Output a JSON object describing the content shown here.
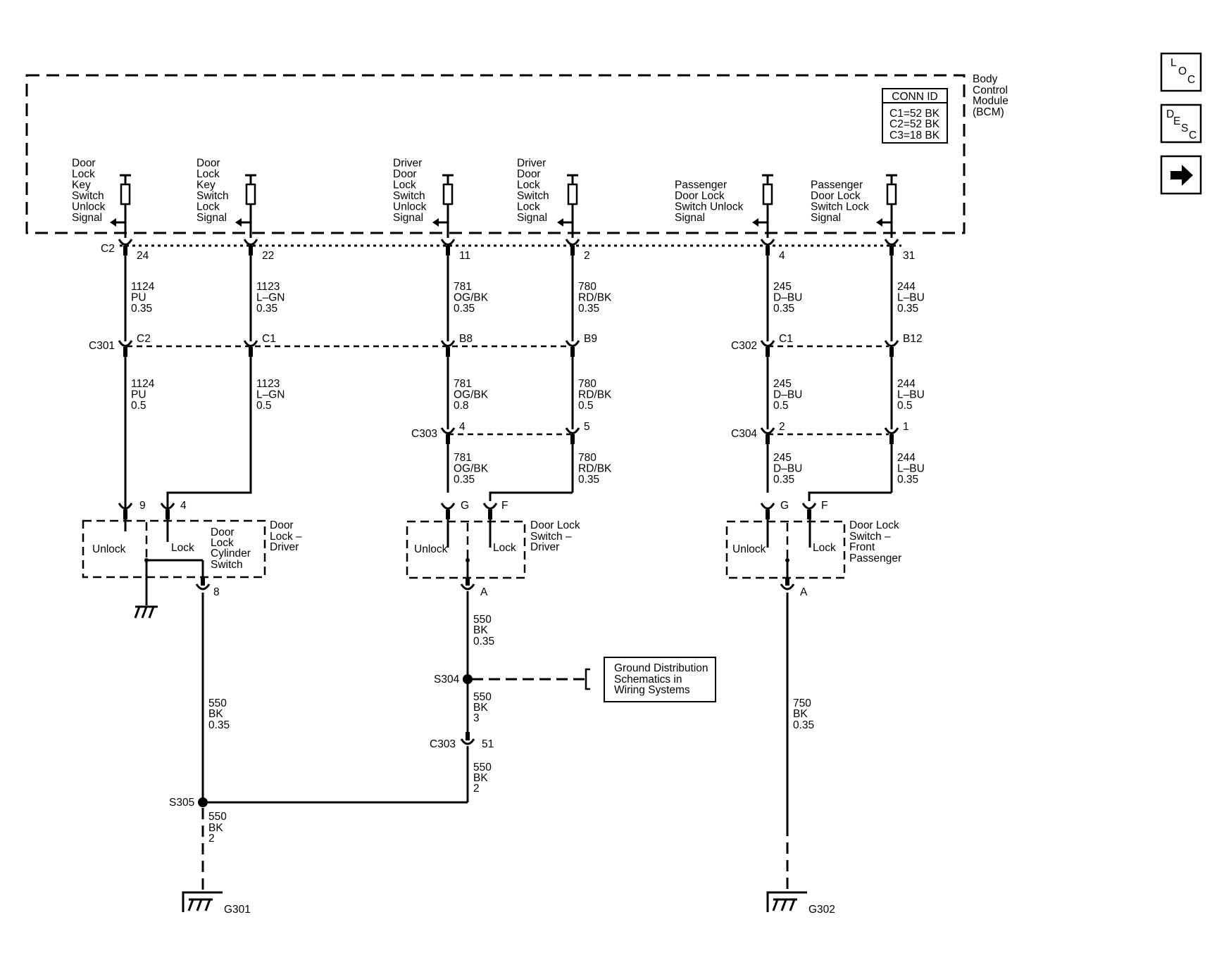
{
  "bcm": {
    "title": [
      "Body",
      "Control",
      "Module",
      "(BCM)"
    ],
    "conn_id": {
      "header": "CONN ID",
      "lines": [
        "C1=52 BK",
        "C2=52 BK",
        "C3=18 BK"
      ]
    },
    "connector": "C2"
  },
  "signals": [
    {
      "label": [
        "Door",
        "Lock",
        "Key",
        "Switch",
        "Unlock",
        "Signal"
      ],
      "pin": "24",
      "wire1": [
        "1124",
        "PU",
        "0.35"
      ],
      "inline_conn": "C301",
      "inline_pin": "C2",
      "wire2": [
        "1124",
        "PU",
        "0.5"
      ]
    },
    {
      "label": [
        "Door",
        "Lock",
        "Key",
        "Switch",
        "Lock",
        "Signal"
      ],
      "pin": "22",
      "wire1": [
        "1123",
        "L–GN",
        "0.35"
      ],
      "inline_pin": "C1",
      "wire2": [
        "1123",
        "L–GN",
        "0.5"
      ]
    },
    {
      "label": [
        "Driver",
        "Door",
        "Lock",
        "Switch",
        "Unlock",
        "Signal"
      ],
      "pin": "11",
      "wire1": [
        "781",
        "OG/BK",
        "0.35"
      ],
      "inline_pin": "B8",
      "wire2": [
        "781",
        "OG/BK",
        "0.8"
      ],
      "c2_conn": "C303",
      "c2_pin": "4",
      "wire3": [
        "781",
        "OG/BK",
        "0.35"
      ]
    },
    {
      "label": [
        "Driver",
        "Door",
        "Lock",
        "Switch",
        "Lock",
        "Signal"
      ],
      "pin": "2",
      "wire1": [
        "780",
        "RD/BK",
        "0.35"
      ],
      "inline_pin": "B9",
      "wire2": [
        "780",
        "RD/BK",
        "0.5"
      ],
      "c2_pin": "5",
      "wire3": [
        "780",
        "RD/BK",
        "0.35"
      ]
    },
    {
      "label": [
        "Passenger",
        "Door Lock",
        "Switch Unlock",
        "Signal"
      ],
      "pin": "4",
      "wire1": [
        "245",
        "D–BU",
        "0.35"
      ],
      "inline_conn": "C302",
      "inline_pin": "C1",
      "wire2": [
        "245",
        "D–BU",
        "0.5"
      ],
      "c2_conn": "C304",
      "c2_pin": "2",
      "wire3": [
        "245",
        "D–BU",
        "0.35"
      ]
    },
    {
      "label": [
        "Passenger",
        "Door Lock",
        "Switch Lock",
        "Signal"
      ],
      "pin": "31",
      "wire1": [
        "244",
        "L–BU",
        "0.35"
      ],
      "inline_pin": "B12",
      "wire2": [
        "244",
        "L–BU",
        "0.5"
      ],
      "c2_pin": "1",
      "wire3": [
        "244",
        "L–BU",
        "0.35"
      ]
    }
  ],
  "components": {
    "cylinder": {
      "name": [
        "Door",
        "Lock –",
        "Driver"
      ],
      "inner": [
        "Door",
        "Lock",
        "Cylinder",
        "Switch"
      ],
      "unlock": "Unlock",
      "lock": "Lock",
      "pin_unlock": "9",
      "pin_lock": "4",
      "pin_out": "8"
    },
    "driver_switch": {
      "name": [
        "Door Lock",
        "Switch –",
        "Driver"
      ],
      "unlock": "Unlock",
      "lock": "Lock",
      "pin_unlock": "G",
      "pin_lock": "F",
      "pin_out": "A"
    },
    "pass_switch": {
      "name": [
        "Door Lock",
        "Switch –",
        "Front",
        "Passenger"
      ],
      "unlock": "Unlock",
      "lock": "Lock",
      "pin_unlock": "G",
      "pin_lock": "F",
      "pin_out": "A"
    }
  },
  "grounds": {
    "driver_out_wire": [
      "550",
      "BK",
      "0.35"
    ],
    "splice_s304": "S304",
    "s304_ref": [
      "Ground Distribution",
      "Schematics in",
      "Wiring Systems"
    ],
    "s304_down_wire": [
      "550",
      "BK",
      "3"
    ],
    "c303_conn": "C303",
    "c303_pin": "51",
    "c303_down_wire": [
      "550",
      "BK",
      "2"
    ],
    "cylinder_wire": [
      "550",
      "BK",
      "0.35"
    ],
    "splice_s305": "S305",
    "s305_wire": [
      "550",
      "BK",
      "2"
    ],
    "g301": "G301",
    "pass_wire": [
      "750",
      "BK",
      "0.35"
    ],
    "g302": "G302"
  },
  "nav": {
    "loc": [
      "L",
      "O",
      "C"
    ],
    "desc": [
      "D",
      "E",
      "S",
      "C"
    ],
    "next_icon": "right-arrow-icon"
  }
}
